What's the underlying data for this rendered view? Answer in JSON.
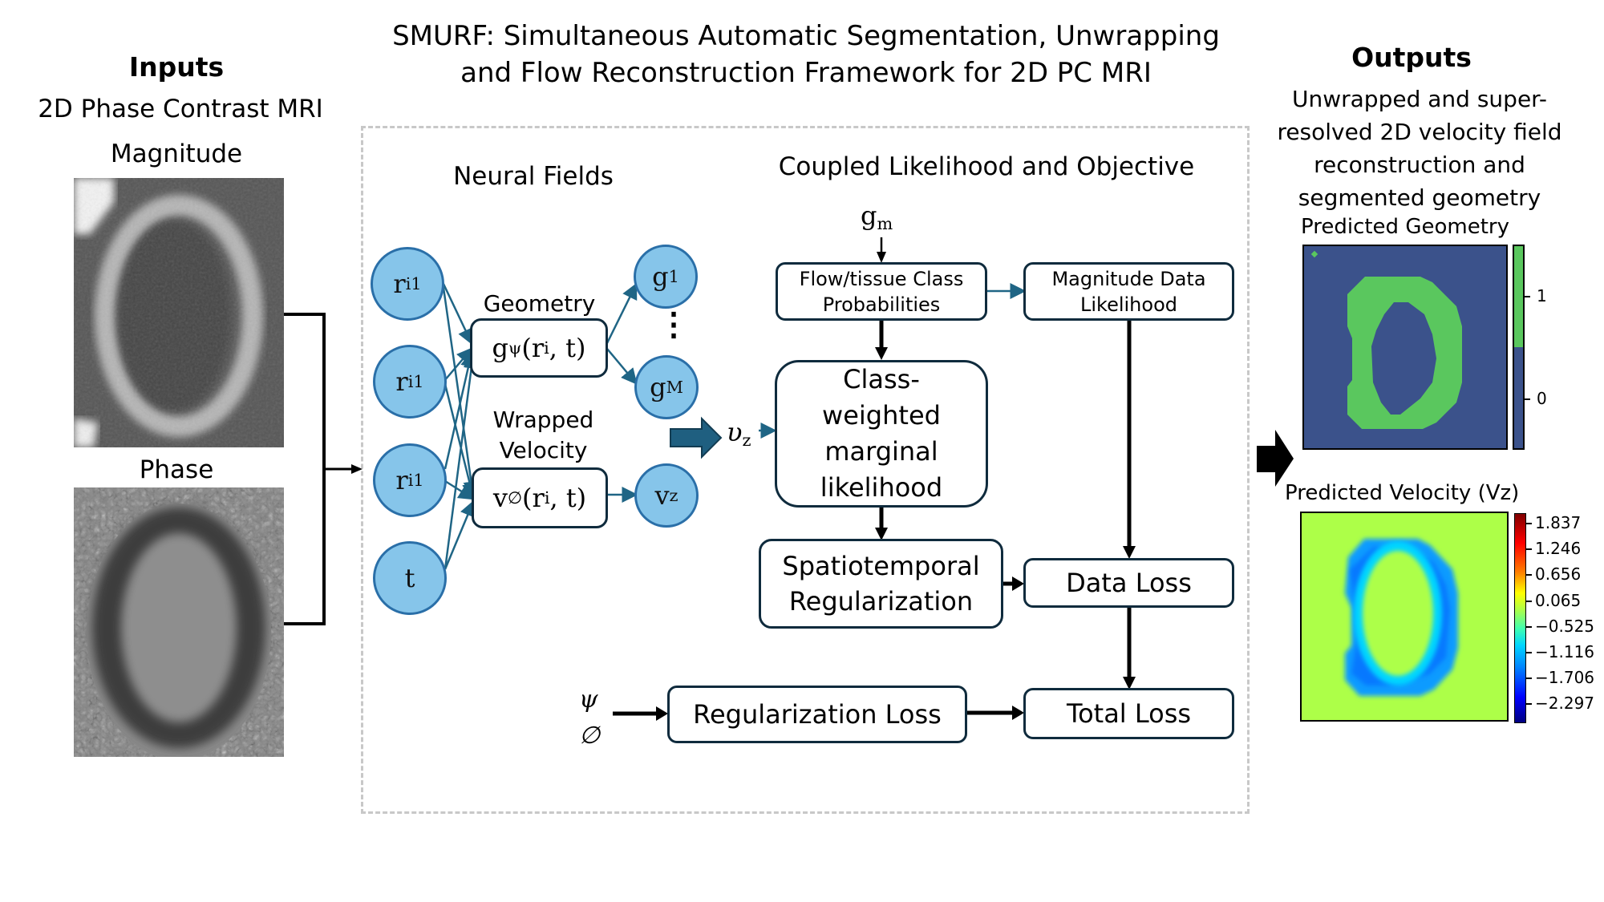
{
  "title": {
    "line1": "SMURF: Simultaneous Automatic Segmentation, Unwrapping",
    "line2": "and Flow Reconstruction Framework for 2D PC MRI"
  },
  "inputs": {
    "heading": "Inputs",
    "subtitle": "2D Phase Contrast MRI",
    "magnitude_label": "Magnitude",
    "phase_label": "Phase"
  },
  "neural_fields": {
    "heading": "Neural Fields",
    "input_nodes": [
      {
        "base": "r",
        "sub": "i1"
      },
      {
        "base": "r",
        "sub": "i1"
      },
      {
        "base": "r",
        "sub": "i1"
      },
      {
        "base": "t",
        "sub": ""
      }
    ],
    "geometry": {
      "label": "Geometry",
      "fn_base": "g",
      "fn_sub": "ψ",
      "fn_args_base": "(r",
      "fn_args_sub": "i",
      "fn_args_tail": ", t)"
    },
    "velocity": {
      "label_line1": "Wrapped",
      "label_line2": "Velocity",
      "fn_base": "v",
      "fn_sub": "∅",
      "fn_args_base": "(r",
      "fn_args_sub": "i",
      "fn_args_tail": ", t)"
    },
    "output_nodes": [
      {
        "base": "g",
        "sub": "1"
      },
      {
        "base": "g",
        "sub": "M"
      },
      {
        "base": "v",
        "sub": "z"
      }
    ],
    "ellipsis": "⋮"
  },
  "objective": {
    "heading": "Coupled Likelihood and Objective",
    "gm_base": "g",
    "gm_sub": "m",
    "vz_base": "υ",
    "vz_sub": "z",
    "class_prob_line1": "Flow/tissue Class",
    "class_prob_line2": "Probabilities",
    "mag_likelihood_line1": "Magnitude Data",
    "mag_likelihood_line2": "Likelihood",
    "class_weighted_lines": [
      "Class-",
      "weighted",
      "marginal",
      "likelihood"
    ],
    "spatiotemporal_line1": "Spatiotemporal",
    "spatiotemporal_line2": "Regularization",
    "data_loss": "Data Loss",
    "regularization_loss": "Regularization Loss",
    "total_loss": "Total Loss",
    "param_psi": "ψ",
    "param_phi": "∅"
  },
  "outputs": {
    "heading": "Outputs",
    "description": [
      "Unwrapped and super-",
      "resolved 2D velocity field",
      "reconstruction and",
      "segmented geometry"
    ],
    "geometry_title": "Predicted Geometry",
    "geometry_colorbar": {
      "ticks": [
        "1",
        "0"
      ],
      "colors": {
        "one": "#5ac75e",
        "zero": "#3b528b"
      }
    },
    "velocity_title": "Predicted Velocity (Vz)",
    "velocity_colorbar": {
      "ticks": [
        "1.837",
        "1.246",
        "0.656",
        "0.065",
        "−0.525",
        "−1.116",
        "−1.706",
        "−2.297"
      ]
    }
  },
  "colors": {
    "node_fill": "#86c5ea",
    "node_stroke": "#2a6fa8",
    "connector": "#1f6585",
    "box_stroke": "#0f2b3d",
    "frame_dash": "#c8c8c8",
    "vel_background": "#adff48"
  }
}
